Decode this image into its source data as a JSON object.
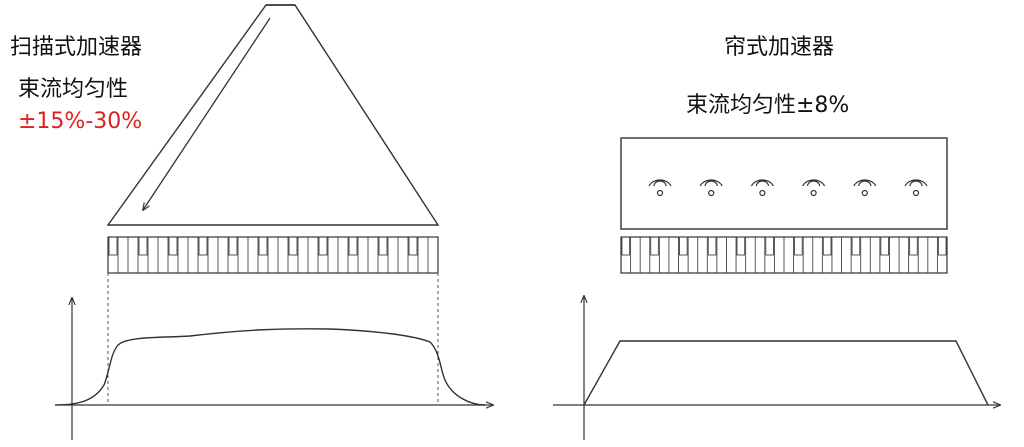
{
  "left": {
    "title": "扫描式加速器",
    "uniformity_label": "束流均匀性",
    "uniformity_value": "±15%-30%",
    "highlight_color": "#e02020"
  },
  "right": {
    "title": "帘式加速器",
    "uniformity_text": "束流均匀性±8%"
  },
  "emitters": [
    "wave-emitter",
    "wave-emitter",
    "wave-emitter",
    "wave-emitter",
    "wave-emitter",
    "wave-emitter"
  ]
}
